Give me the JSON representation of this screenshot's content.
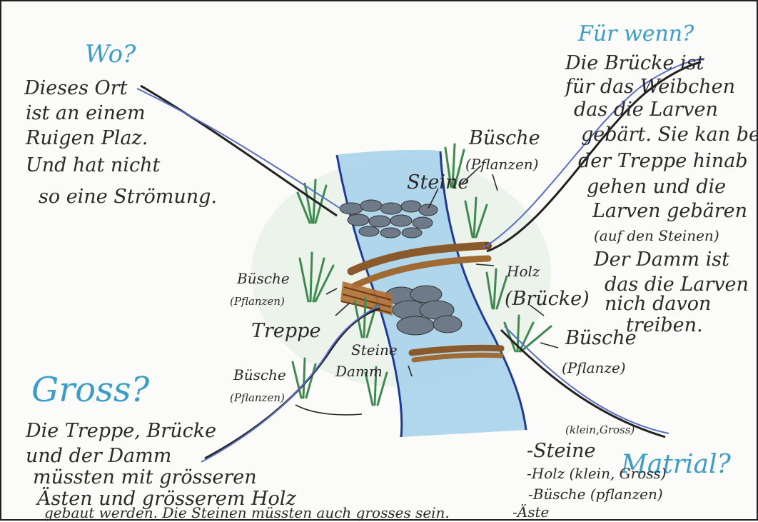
{
  "headings": {
    "wo": "Wo?",
    "fuer_wenn": "Für wenn?",
    "gross": "Gross?",
    "matrial": "Matrial?"
  },
  "wo_text": [
    "Dieses Ort",
    "ist an einem",
    "Ruigen Plaz.",
    "Und hat nicht",
    "so eine Strömung."
  ],
  "fuer_wenn_text": [
    "Die Brücke ist",
    "für das Weibchen",
    "das die Larven",
    "gebärt. Sie kan bei",
    "der Treppe hinab",
    "gehen und die",
    "Larven gebären",
    "(auf den Steinen)",
    "Der Damm ist",
    "das die Larven",
    "nich davon",
    "treiben."
  ],
  "gross_text": [
    "Die Treppe, Brücke",
    "und der Damm",
    "müssten mit grösseren",
    "Ästen und grösserem Holz",
    "gebaut werden. Die Steinen müssten auch grosses sein."
  ],
  "matrial_text": {
    "note": "(klein,Gross)",
    "items": [
      "-Steine",
      "-Holz (klein, Gross)",
      "-Büsche (pflanzen)",
      "-Äste"
    ]
  },
  "labels": {
    "buesche_top": "Büsche",
    "pflanzen_top": "(Pflanzen)",
    "steine_top": "Steine",
    "buesche_left": "Büsche",
    "pflanzen_left": "(Pflanzen)",
    "treppe": "Treppe",
    "holz": "Holz",
    "bruecke": "(Brücke)",
    "steine_low": "Steine",
    "damm": "Damm",
    "buesche_right": "Büsche",
    "pflanze_right": "(Pflanze)",
    "buesche_bottom": "Büsche",
    "pflanzen_bottom": "(Pflanzen)"
  },
  "colors": {
    "heading_blue": "#3a9ecb",
    "ink": "#2a2a2a",
    "water": "#a9d3ea",
    "wood": "#8a5a2b",
    "grass": "#3f8a4e",
    "stone": "#6f7a88"
  }
}
